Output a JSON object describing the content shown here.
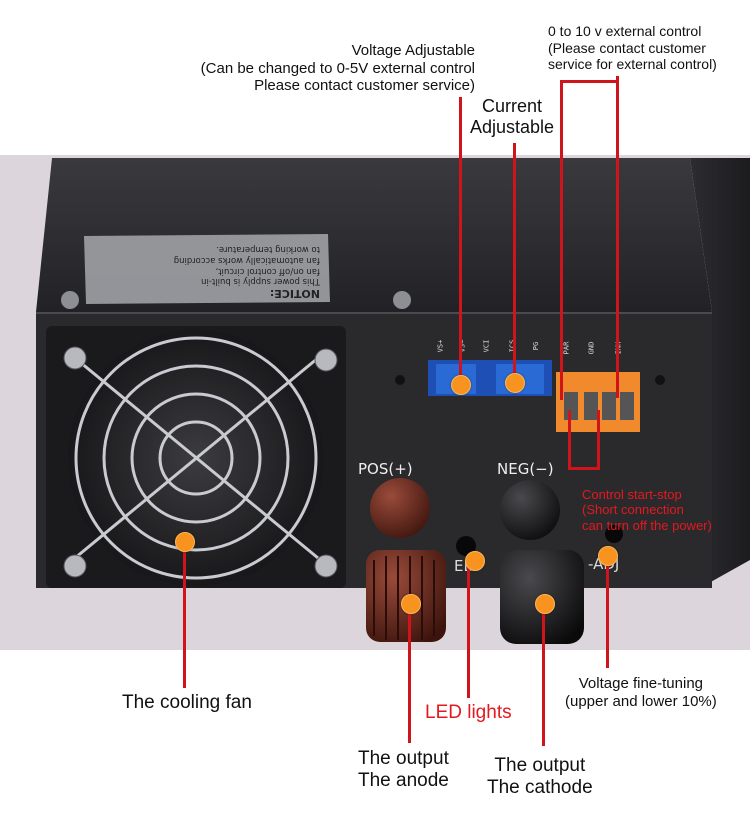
{
  "labels": {
    "voltage_adj": "Voltage Adjustable\n(Can be changed to 0-5V external control\nPlease contact customer service)",
    "current_adj": "Current\nAdjustable",
    "external_ctrl": "0 to 10 v external control\n(Please contact customer\nservice for external control)",
    "control_start_stop": "Control start-stop\n(Short connection\ncan turn off the power)",
    "cooling_fan": "The cooling fan",
    "led_lights": "LED lights",
    "anode": "The output\nThe anode",
    "cathode": "The output\nThe cathode",
    "fine_tuning": "Voltage fine-tuning\n(upper and lower 10%)"
  },
  "panel": {
    "pos": "POS(+)",
    "neg": "NEG(−)",
    "led": "ED",
    "vadj": "-ADJ",
    "pot_vs_plus": "VS+",
    "pot_vs_minus": "VS−",
    "pot_vci": "VCI",
    "pot_ics": "ICS",
    "pot_pg": "PG",
    "term_par": "PAR",
    "term_gnd": "GND",
    "term_inh": "INH",
    "notice_title": "NOTICE:",
    "notice_body": "This power supply is built-in\nfan on/off control circuit,\nfan automatically works according\nto working temperature."
  },
  "colors": {
    "marker": "#f7931e",
    "leader": "#d0141b",
    "red_text": "#e3191f",
    "chassis": "#2b2b2e"
  }
}
